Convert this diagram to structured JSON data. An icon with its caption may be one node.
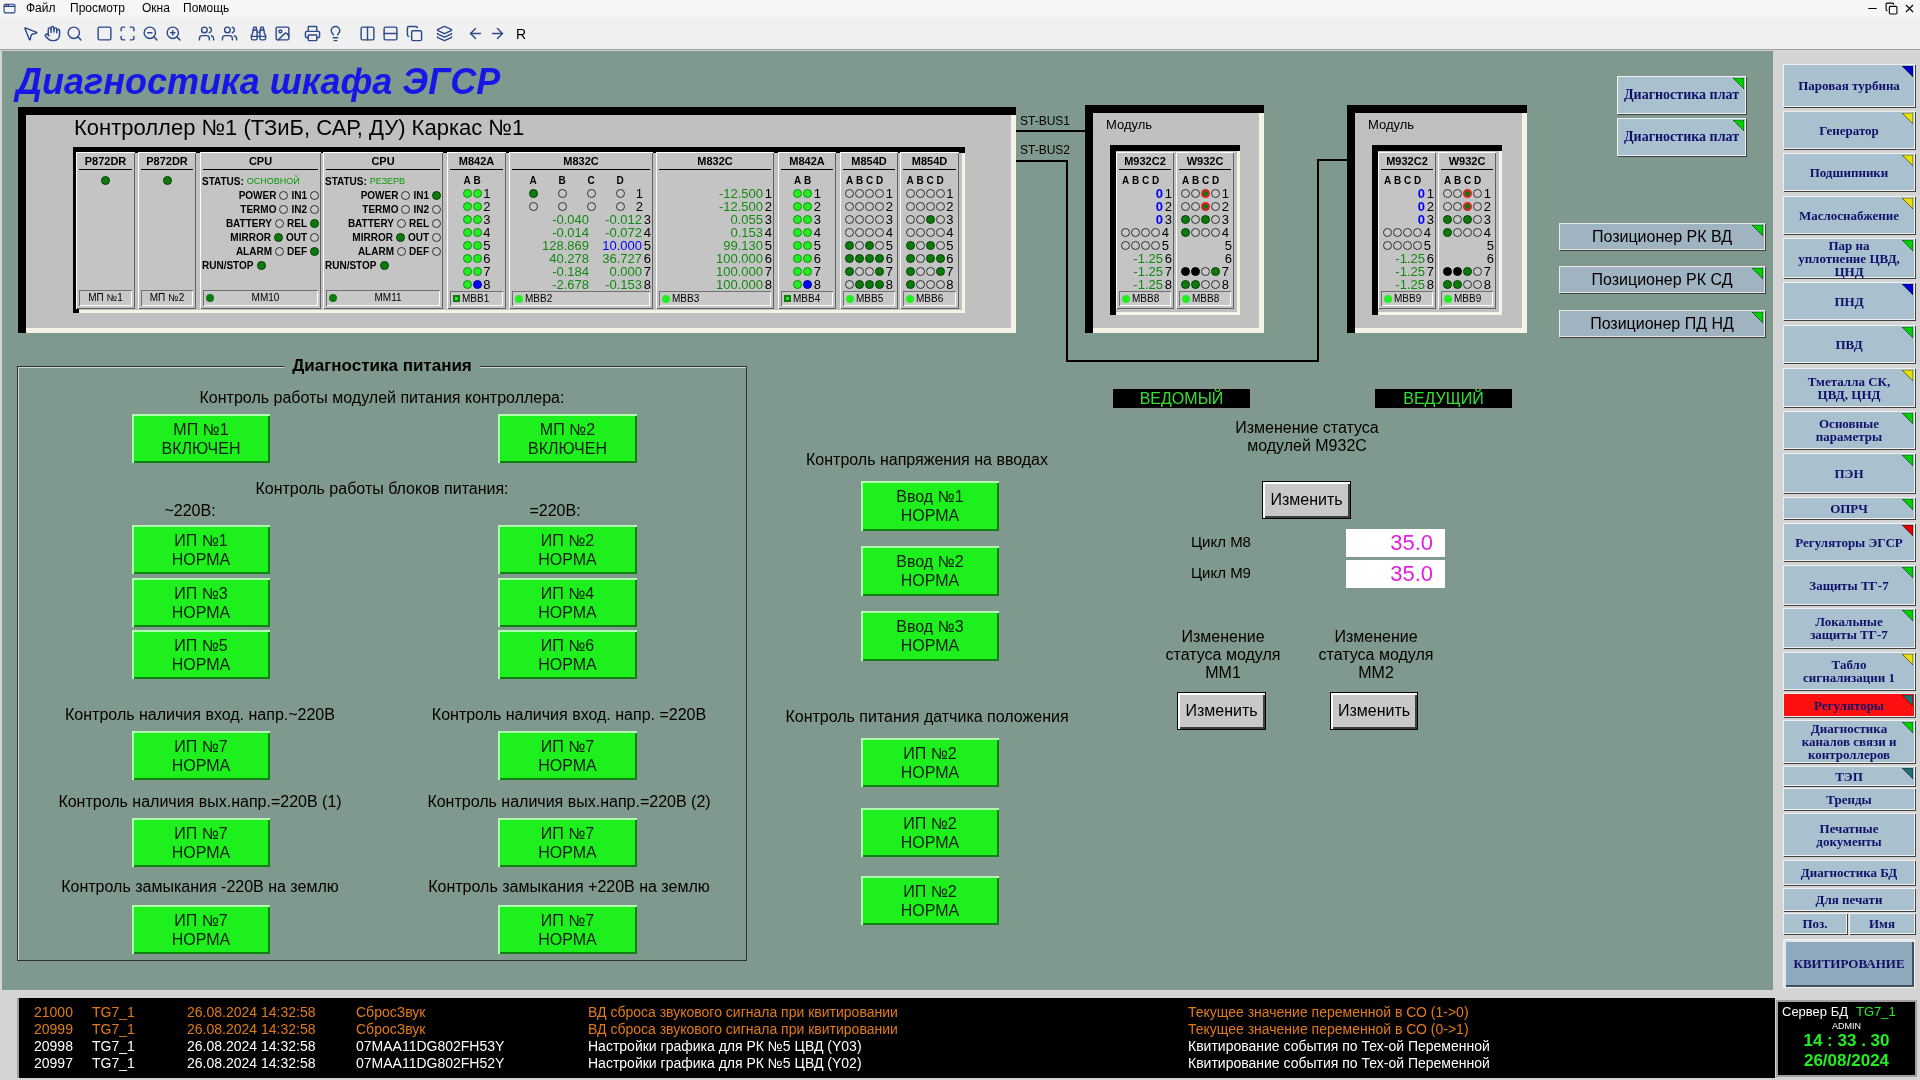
{
  "diagram": {
    "title": "Диагностика шкафа ЭГСР",
    "nodes": [
      {
        "text": [
          "Контроллер №1 (ТЗиБ, САР, ДУ) Каркас №1"
        ]
      },
      {
        "text": [
          "P872DR",
          "МП №1"
        ],
        "in": 0
      },
      {
        "text": [
          "P872DR",
          "МП №2"
        ],
        "in": 0
      },
      {
        "text": [
          "CPU",
          "STATUS:",
          "ОСНОВНОЙ",
          "POWER",
          "IN1",
          "TERMO",
          "IN2",
          "BATTERY",
          "REL",
          "MIRROR",
          "OUT",
          "ALARM",
          "DEF",
          "RUN/STOP",
          "ММ10"
        ],
        "in": 0
      },
      {
        "text": [
          "CPU",
          "STATUS:",
          "РЕЗЕРВ",
          "POWER",
          "IN1",
          "TERMO",
          "IN2",
          "BATTERY",
          "REL",
          "MIRROR",
          "OUT",
          "ALARM",
          "DEF",
          "RUN/STOP",
          "ММ11"
        ],
        "in": 0
      },
      {
        "text": [
          "M842A",
          "A",
          "B",
          "1",
          "2",
          "3",
          "4",
          "5",
          "6",
          "7",
          "8",
          "МВВ1"
        ],
        "in": 0
      },
      {
        "text": [
          "M832C",
          "A",
          "B",
          "C",
          "D",
          "1",
          "2",
          "-0.040",
          "-0.012",
          "3",
          "-0.014",
          "-0.072",
          "4",
          "128.869",
          "10.000",
          "5",
          "40.278",
          "36.727",
          "6",
          "-0.184",
          "0.000",
          "7",
          "-2.678",
          "-0.153",
          "8",
          "МВВ2"
        ],
        "in": 0
      },
      {
        "text": [
          "M832C",
          "-12.500",
          "1",
          "-12.500",
          "2",
          "0.055",
          "3",
          "0.153",
          "4",
          "99.130",
          "5",
          "100.000",
          "6",
          "100.000",
          "7",
          "100.000",
          "8",
          "МВВ3"
        ],
        "in": 0
      },
      {
        "text": [
          "M842A",
          "A",
          "B",
          "1",
          "2",
          "3",
          "4",
          "5",
          "6",
          "7",
          "8",
          "МВВ4"
        ],
        "in": 0
      },
      {
        "text": [
          "M854D",
          "A",
          "B",
          "C",
          "D",
          "1",
          "2",
          "3",
          "4",
          "5",
          "6",
          "7",
          "8",
          "МВВ5"
        ],
        "in": 0
      },
      {
        "text": [
          "M854D",
          "A",
          "B",
          "C",
          "D",
          "1",
          "2",
          "3",
          "4",
          "5",
          "6",
          "7",
          "8",
          "МВВ6"
        ],
        "in": 0
      },
      {
        "text": [
          "Модуль"
        ]
      },
      {
        "text": [
          "M932C2",
          "A",
          "B",
          "C",
          "D",
          "0",
          "1",
          "0",
          "2",
          "0",
          "3",
          "4",
          "5",
          "-1.25",
          "6",
          "-1.25",
          "7",
          "-1.25",
          "8",
          "МВВ8"
        ],
        "in": 11
      },
      {
        "text": [
          "W932C",
          "A",
          "B",
          "C",
          "D",
          "1",
          "2",
          "3",
          "4",
          "5",
          "6",
          "7",
          "8",
          "МВВ8"
        ],
        "in": 11
      },
      {
        "text": [
          "Модуль"
        ]
      },
      {
        "text": [
          "M932C2",
          "A",
          "B",
          "C",
          "D",
          "0",
          "1",
          "0",
          "2",
          "0",
          "3",
          "4",
          "5",
          "-1.25",
          "6",
          "-1.25",
          "7",
          "-1.25",
          "8",
          "МВВ9"
        ],
        "in": 14
      },
      {
        "text": [
          "W932C",
          "A",
          "B",
          "C",
          "D",
          "1",
          "2",
          "3",
          "4",
          "5",
          "6",
          "7",
          "8",
          "МВВ9"
        ],
        "in": 14
      },
      {
        "text": [
          "Диагностика плат"
        ]
      },
      {
        "text": [
          "Диагностика плат"
        ]
      },
      {
        "text": [
          "Позиционер РК ВД"
        ]
      },
      {
        "text": [
          "Позиционер РК СД"
        ]
      },
      {
        "text": [
          "Позиционер ПД НД"
        ]
      },
      {
        "text": [
          "Диагностика питания"
        ]
      },
      {
        "text": [
          "МП №1",
          "ВКЛЮЧЕН"
        ],
        "in": 22
      },
      {
        "text": [
          "МП №2",
          "ВКЛЮЧЕН"
        ],
        "in": 22
      },
      {
        "text": [
          "ИП №1",
          "НОРМА"
        ],
        "in": 22
      },
      {
        "text": [
          "ИП №2",
          "НОРМА"
        ],
        "in": 22
      },
      {
        "text": [
          "ИП №3",
          "НОРМА"
        ],
        "in": 22
      },
      {
        "text": [
          "ИП №4",
          "НОРМА"
        ],
        "in": 22
      },
      {
        "text": [
          "ИП №5",
          "НОРМА"
        ],
        "in": 22
      },
      {
        "text": [
          "ИП №6",
          "НОРМА"
        ],
        "in": 22
      },
      {
        "text": [
          "ИП №7",
          "НОРМА"
        ],
        "in": 22
      },
      {
        "text": [
          "ИП №7",
          "НОРМА"
        ],
        "in": 22
      },
      {
        "text": [
          "ИП №7",
          "НОРМА"
        ],
        "in": 22
      },
      {
        "text": [
          "ИП №7",
          "НОРМА"
        ],
        "in": 22
      },
      {
        "text": [
          "ИП №7",
          "НОРМА"
        ],
        "in": 22
      },
      {
        "text": [
          "ИП №7",
          "НОРМА"
        ],
        "in": 22
      },
      {
        "text": [
          "Ввод №1",
          "НОРМА"
        ]
      },
      {
        "text": [
          "Ввод №2",
          "НОРМА"
        ]
      },
      {
        "text": [
          "Ввод №3",
          "НОРМА"
        ]
      },
      {
        "text": [
          "ИП №2",
          "НОРМА"
        ]
      },
      {
        "text": [
          "ИП №2",
          "НОРМА"
        ]
      },
      {
        "text": [
          "ИП №2",
          "НОРМА"
        ]
      },
      {
        "text": [
          "ВЕДОМЫЙ"
        ]
      },
      {
        "text": [
          "ВЕДУЩИЙ"
        ]
      },
      {
        "text": [
          "Изменить"
        ]
      },
      {
        "text": [
          "35.0"
        ]
      },
      {
        "text": [
          "35.0"
        ]
      },
      {
        "text": [
          "Изменить"
        ]
      },
      {
        "text": [
          "Изменить"
        ]
      },
      {
        "text": [
          "Паровая турбина"
        ]
      },
      {
        "text": [
          "Генератор"
        ]
      },
      {
        "text": [
          "Подшипники"
        ]
      },
      {
        "text": [
          "Маслоснабжение"
        ]
      },
      {
        "text": [
          "Пар на уплотнение ЦВД, ЦНД"
        ]
      },
      {
        "text": [
          "ПНД"
        ]
      },
      {
        "text": [
          "ПВД"
        ]
      },
      {
        "text": [
          "Тметалла СК, ЦВД, ЦНД"
        ]
      },
      {
        "text": [
          "Основные параметры"
        ]
      },
      {
        "text": [
          "ПЭН"
        ]
      },
      {
        "text": [
          "ОПРЧ"
        ]
      },
      {
        "text": [
          "Регуляторы ЭГСР"
        ]
      },
      {
        "text": [
          "Защиты ТГ-7"
        ]
      },
      {
        "text": [
          "Локальные защиты ТГ-7"
        ]
      },
      {
        "text": [
          "Табло сигнализации 1"
        ]
      },
      {
        "text": [
          "Регуляторы"
        ]
      },
      {
        "text": [
          "Диагностика каналов связи и контроллеров"
        ]
      },
      {
        "text": [
          "ТЭП"
        ]
      },
      {
        "text": [
          "Тренды"
        ]
      },
      {
        "text": [
          "Печатные документы"
        ]
      },
      {
        "text": [
          "Диагностика БД"
        ]
      },
      {
        "text": [
          "Для печати"
        ]
      },
      {
        "text": [
          "Поз."
        ]
      },
      {
        "text": [
          "Имя"
        ]
      },
      {
        "text": [
          "КВИТИРОВАНИЕ"
        ]
      }
    ],
    "edges": [
      {
        "from": 0,
        "to": 11,
        "arrow": "none",
        "label": "ST-BUS1"
      },
      {
        "from": 0,
        "to": 14,
        "arrow": "none",
        "label": "ST-BUS2"
      }
    ],
    "labels": [
      "Файл",
      "Просмотр",
      "Окна",
      "Помощь",
      "R",
      "Контроль работы модулей питания контроллера:",
      "Контроль работы блоков питания:",
      "~220В:",
      "=220В:",
      "Контроль наличия вход. напр.~220В",
      "Контроль наличия вход. напр. =220В",
      "Контроль наличия вых.напр.=220В (1)",
      "Контроль наличия вых.напр.=220В (2)",
      "Контроль замыкания -220В на землю",
      "Контроль замыкания +220В на землю",
      "Контроль напряжения на вводах",
      "Контроль питания датчика положения",
      "Изменение статуса модулей M932C",
      "Цикл М8",
      "Цикл М9",
      "Изменение статуса модуля ММ1",
      "Изменение статуса модуля ММ2",
      "21000",
      "TG7_1",
      "26.08.2024 14:32:58",
      "СбросЗвук",
      "ВД сброса звукового сигнала при квитировании",
      "Текущее значение переменной в СО (1->0)",
      "20999",
      "TG7_1",
      "26.08.2024 14:32:58",
      "СбросЗвук",
      "ВД сброса звукового сигнала при квитировании",
      "Текущее значение переменной в СО (0->1)",
      "20998",
      "TG7_1",
      "26.08.2024 14:32:58",
      "07MAA11DG802FH53Y",
      "Настройки графика для РК №5 ЦВД (Y03)",
      "Квитирование события по Тех-ой Переменной",
      "20997",
      "TG7_1",
      "26.08.2024 14:32:58",
      "07MAA11DG802FH52Y",
      "Настройки графика для РК №5 ЦВД (Y02)",
      "Квитирование события по Тех-ой Переменной",
      "Сервер БД",
      "TG7_1",
      "ADMIN",
      "14 : 33 . 30",
      "26/08/2024"
    ]
  }
}
